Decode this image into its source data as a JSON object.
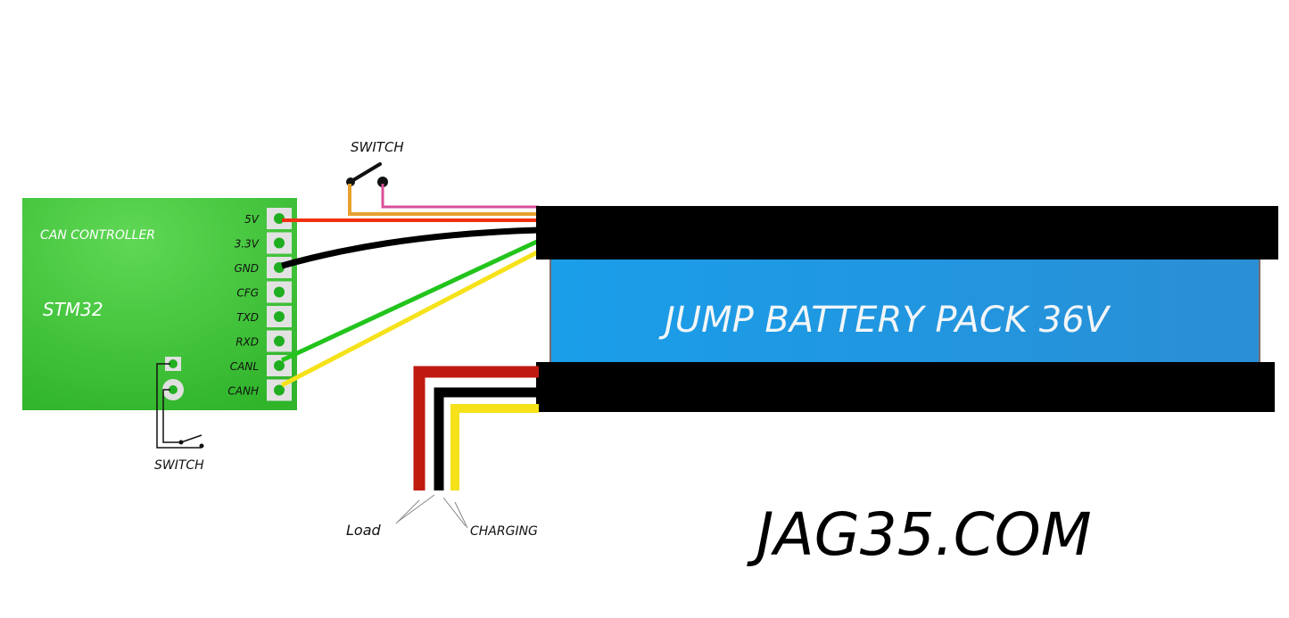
{
  "controller": {
    "title": "CAN CONTROLLER",
    "chip": "STM32",
    "board_color": "#39c232",
    "pins": [
      {
        "label": "5V",
        "wire": "#f03010"
      },
      {
        "label": "3.3V",
        "wire": null
      },
      {
        "label": "GND",
        "wire": "#000000"
      },
      {
        "label": "CFG",
        "wire": null
      },
      {
        "label": "TXD",
        "wire": null
      },
      {
        "label": "RXD",
        "wire": null
      },
      {
        "label": "CANL",
        "wire": "#22c41c"
      },
      {
        "label": "CANH",
        "wire": "#f5e21a"
      }
    ],
    "switch_label": "SWITCH"
  },
  "top_switch": {
    "label": "SWITCH",
    "wire_colors": [
      "#e8a030",
      "#d8509a"
    ]
  },
  "battery": {
    "label": "JUMP  BATTERY PACK 36V",
    "body_color": "#1c9ee8",
    "cap_color": "#000000"
  },
  "output_wires": {
    "colors": [
      "#c01a10",
      "#000000",
      "#f5e21a"
    ],
    "load_label": "Load",
    "charging_label": "CHARGING"
  },
  "footer": {
    "site": "JAG35.COM"
  }
}
